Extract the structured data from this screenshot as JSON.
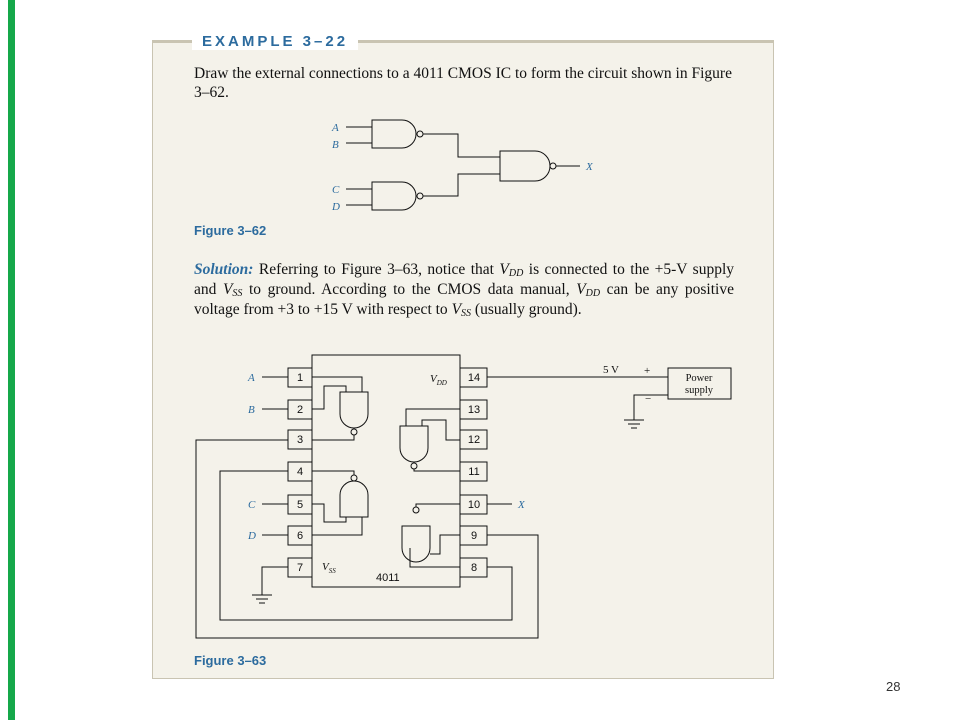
{
  "slide": {
    "example_title": "EXAMPLE 3–22",
    "problem_text": "Draw the external connections to a 4011 CMOS IC to form the circuit shown in Figure 3–62.",
    "page_number": "28",
    "accent_color": "#15a84a",
    "heading_color": "#2c6b9e"
  },
  "figure_62": {
    "caption": "Figure 3–62",
    "inputs": [
      "A",
      "B",
      "C",
      "D"
    ],
    "output": "X"
  },
  "solution": {
    "label": "Solution:",
    "t1": " Referring to Figure 3–63, notice that ",
    "vdd_v": "V",
    "vdd_sub": "DD",
    "t2": " is connected to the +5-V supply and ",
    "vss_v": "V",
    "vss_sub": "SS",
    "t3": " to ground. According to the CMOS data manual, ",
    "t4": " can be any positive voltage from +3 to +15 V with respect to ",
    "t5": " (usually ground)."
  },
  "figure_63": {
    "caption": "Figure 3–63",
    "inputs": [
      "A",
      "B",
      "C",
      "D"
    ],
    "output": "X",
    "left_pins": [
      "1",
      "2",
      "3",
      "4",
      "5",
      "6",
      "7"
    ],
    "right_pins": [
      "14",
      "13",
      "12",
      "11",
      "10",
      "9",
      "8"
    ],
    "ic_name": "4011",
    "vdd_v": "V",
    "vdd_sub": "DD",
    "vss_v": "V",
    "vss_sub": "SS",
    "supply_voltage": "5 V",
    "plus": "+",
    "minus": "−",
    "power_supply_line1": "Power",
    "power_supply_line2": "supply"
  }
}
